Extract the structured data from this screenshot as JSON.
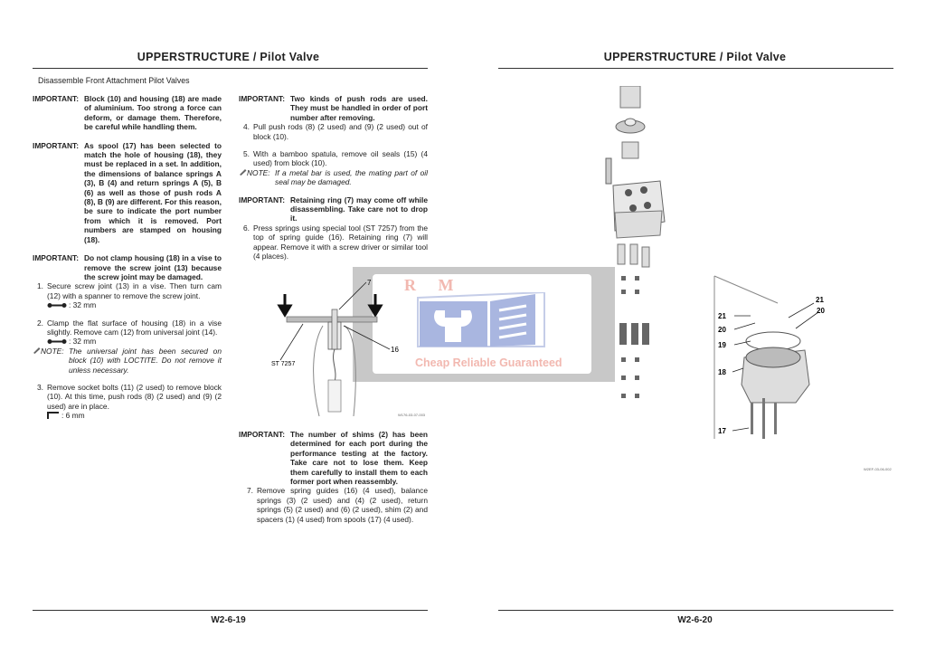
{
  "left_page": {
    "header": "UPPERSTRUCTURE / Pilot Valve",
    "section_title": "Disassemble Front Attachment Pilot Valves",
    "col1": {
      "important1": {
        "label": "IMPORTANT:",
        "text": "Block (10) and housing (18) are made of aluminium. Too strong a force can deform, or damage them. Therefore, be careful while handling them."
      },
      "important2": {
        "label": "IMPORTANT:",
        "text": "As spool (17) has been selected to match the hole of housing (18), they must be replaced in a set. In addition, the dimensions of balance springs A (3), B (4) and return springs A (5), B (6) as well as those of push rods A (8), B (9) are different. For this reason, be sure to indicate the port number from which it is removed. Port numbers are stamped on housing (18)."
      },
      "important3": {
        "label": "IMPORTANT:",
        "text": "Do not clamp housing (18) in a vise to remove the screw joint (13) because the screw joint may be damaged."
      },
      "step1": {
        "num": "1.",
        "text": "Secure screw joint (13) in a vise. Then turn cam (12) with a spanner to remove the screw joint.",
        "tool": ": 32 mm"
      },
      "step2": {
        "num": "2.",
        "text": "Clamp the flat surface of housing (18) in a vise slightly. Remove cam (12) from universal joint (14).",
        "tool": ": 32 mm"
      },
      "note1": {
        "label": "NOTE:",
        "text": "The universal joint has been secured on block (10) with LOCTITE. Do not remove it unless necessary."
      },
      "step3": {
        "num": "3.",
        "text": "Remove socket bolts (11) (2 used) to remove block (10). At this time, push rods (8) (2 used) and (9) (2 used) are in place.",
        "tool": ": 6 mm"
      }
    },
    "col2": {
      "important4": {
        "label": "IMPORTANT:",
        "text": "Two kinds of push rods are used. They must be handled in order of port number after removing."
      },
      "step4": {
        "num": "4.",
        "text": "Pull push rods (8) (2 used) and (9) (2 used) out of block (10)."
      },
      "step5": {
        "num": "5.",
        "text": "With a bamboo spatula, remove oil seals (15) (4 used) from block (10)."
      },
      "note2": {
        "label": "NOTE:",
        "text": "If a metal bar is used, the mating part of oil seal may be damaged."
      },
      "important5": {
        "label": "IMPORTANT:",
        "text": "Retaining ring (7) may come off while disassembling. Take care not to drop it."
      },
      "step6": {
        "num": "6.",
        "text": "Press springs using special tool (ST 7257) from the top of spring guide (16). Retaining ring (7) will appear. Remove it with a screw driver or similar tool (4 places)."
      },
      "figure": {
        "callout_7": "7",
        "callout_16": "16",
        "callout_tool": "ST 7257",
        "fig_id": "W176-03-07-003"
      },
      "important6": {
        "label": "IMPORTANT:",
        "text": "The number of shims (2) has been determined for each port during the performance testing at the factory. Take care not to lose them. Keep them carefully to install them to each former port when reassembly."
      },
      "step7": {
        "num": "7.",
        "text": "Remove spring guides (16) (4 used), balance springs (3) (2 used) and (4) (2 used), return springs (5) (2 used) and (6) (2 used), shim (2) and spacers (1) (4 used) from spools (17) (4 used)."
      }
    },
    "page_number": "W2-6-19"
  },
  "right_page": {
    "header": "UPPERSTRUCTURE / Pilot Valve",
    "figure": {
      "callouts": [
        "21",
        "20",
        "19",
        "18",
        "17",
        "21",
        "20"
      ],
      "fig_id": "W2EF-03-06-002"
    },
    "page_number": "W2-6-20"
  },
  "watermark": {
    "logo": "R M",
    "tagline": "Cheap Reliable Guaranteed"
  }
}
